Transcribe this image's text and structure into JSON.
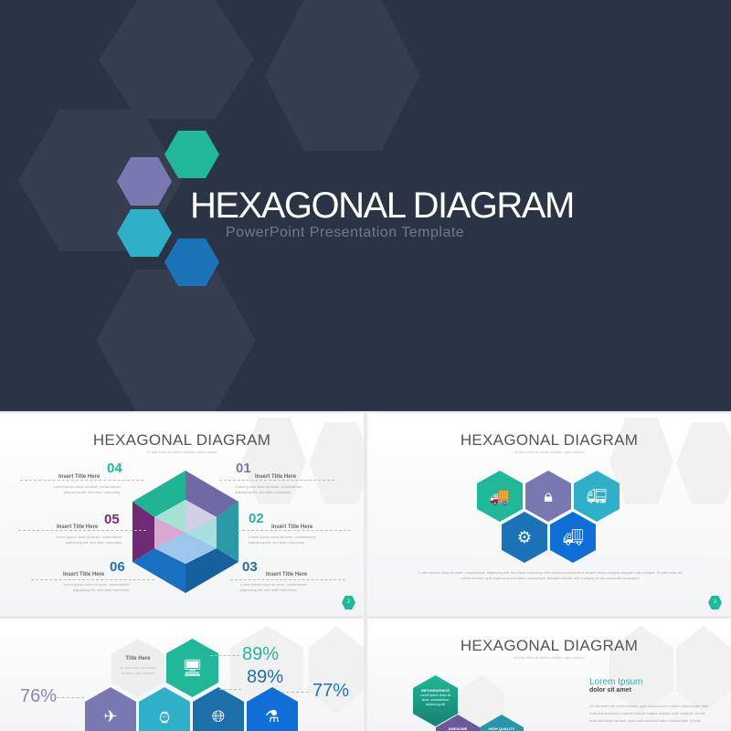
{
  "hero": {
    "title": "HEXAGONAL DIAGRAM",
    "subtitle": "PowerPoint Presentation Template",
    "colors": {
      "background": "#2b3444",
      "green": "#21b89a",
      "purple": "#7a78b0",
      "teal": "#2fb0c8",
      "blue": "#1d73b8"
    }
  },
  "slide2": {
    "title": "HEXAGONAL DIAGRAM",
    "subtitle": "Ut wisi enim ad minim veniam, quis nostrud",
    "page": "2",
    "items": [
      {
        "num": "01",
        "title": "Insert Title Here",
        "text": "Lorem ipsum dolor sit amet, consectetuer adipiscing elit, sed diam nonummy.",
        "color": "#7a78b0"
      },
      {
        "num": "02",
        "title": "Insert Title Here",
        "text": "Lorem ipsum dolor sit amet, consectetuer adipiscing elit, sed diam nonummy.",
        "color": "#2fa8b8"
      },
      {
        "num": "03",
        "title": "Insert Title Here",
        "text": "Lorem ipsum dolor sit amet, consectetuer adipiscing elit, sed diam nonummy.",
        "color": "#1d6fa8"
      },
      {
        "num": "04",
        "title": "Insert Title Here",
        "text": "Lorem ipsum dolor sit amet, consectetuer adipiscing elit, sed diam nonummy.",
        "color": "#21b89a"
      },
      {
        "num": "05",
        "title": "Insert Title Here",
        "text": "Lorem ipsum dolor sit amet, consectetuer adipiscing elit, sed diam nonummy.",
        "color": "#7a2a78"
      },
      {
        "num": "06",
        "title": "Insert Title Here",
        "text": "Lorem ipsum dolor sit amet, consectetuer adipiscing elit, sed diam nonummy.",
        "color": "#1d73b8"
      }
    ]
  },
  "slide3": {
    "title": "HEXAGONAL DIAGRAM",
    "subtitle": "Ut wisi enim ad minim veniam, quis nostrud",
    "page": "3",
    "icons": [
      "cement-truck-icon",
      "lock-icon",
      "dump-truck-icon",
      "gear-icon",
      "crane-truck-icon"
    ],
    "body": "Lorem ipsum dolor sit amet, consectetuer adipiscing elit, sed diam nonummy nibh euismod tincidunt ut laoreet dolore magna aliquam erat volutpat. Ut wisi enim ad minim veniam, quis nostrud exerci tation ullamcorper suscipit lobortis nisl ut aliquip ex ea commodo consequat"
  },
  "slide4": {
    "card_title": "Title Here",
    "card_text": "Ut wisi enim ad minim veniam, quis nostrud",
    "pct": [
      "89%",
      "89%",
      "76%",
      "77%"
    ],
    "icons": [
      "monitor-icon",
      "paper-plane-icon",
      "watch-icon",
      "globe-icon",
      "flask-icon"
    ]
  },
  "slide5": {
    "title": "HEXAGONAL DIAGRAM",
    "subtitle": "Ut wisi enim ad minim veniam, quis nostrud",
    "hex1_title": "INFOGRAPHICS",
    "hex1_text": "Lorem ipsum dolor sit amet, consectetuer adipiscing elit",
    "hex2_title": "AWESOME",
    "hex3_title": "HIGH QUALITY",
    "heading": "Lorem Ipsum",
    "subheading": "dolor sit amet",
    "body": "Ut wisi enim ad minim veniam, quis nostrud exerci tation ullamcorper nibh euismod tincidunt ut laoreet dolore magna aliquam erat volutpat. Ut wisi enim ad minim veniam, quis nostrud exerci tation ullamcorper Ut wisi"
  }
}
